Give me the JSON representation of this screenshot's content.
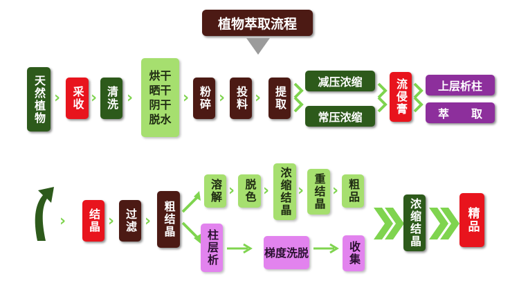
{
  "title": "植物萃取流程",
  "row1": {
    "plant": "天然植物",
    "harvest": "采收",
    "wash": "清洗",
    "dry_methods": [
      "烘干",
      "晒干",
      "阴干",
      "脱水"
    ],
    "crush": "粉碎",
    "feed": "投料",
    "extract": "提取",
    "vacuum_concentrate": "减压浓缩",
    "normal_concentrate": "常压浓缩",
    "extract_paste": "流侵膏",
    "upper_column": "上层析柱",
    "extraction": "萃　　取"
  },
  "row2": {
    "crystal": "结晶",
    "filter": "过滤",
    "crude_crystal": "粗结晶",
    "dissolve": "溶解",
    "decolor": "脱色",
    "concentrate_crystal": "浓缩结晶",
    "recrystal": "重结晶",
    "crude_product": "粗品",
    "column": "柱层析",
    "gradient_elution": "梯度洗脱",
    "collect": "收集",
    "final_concentrate_crystal": "浓缩结晶",
    "fine_product": "精品"
  },
  "colors": {
    "dark_green": "#2d5a1b",
    "light_green": "#a6df6f",
    "red": "#e8141d",
    "maroon": "#4c1a14",
    "purple": "#8d2f9c",
    "light_purple": "#e283ee",
    "arrow_green": "#7fd44f",
    "gray": "#9b9b9b"
  },
  "icons": {
    "flow_arrow": "chevron-right",
    "curved_return": "curved-up-arrow",
    "title_pointer": "triangle-down"
  }
}
